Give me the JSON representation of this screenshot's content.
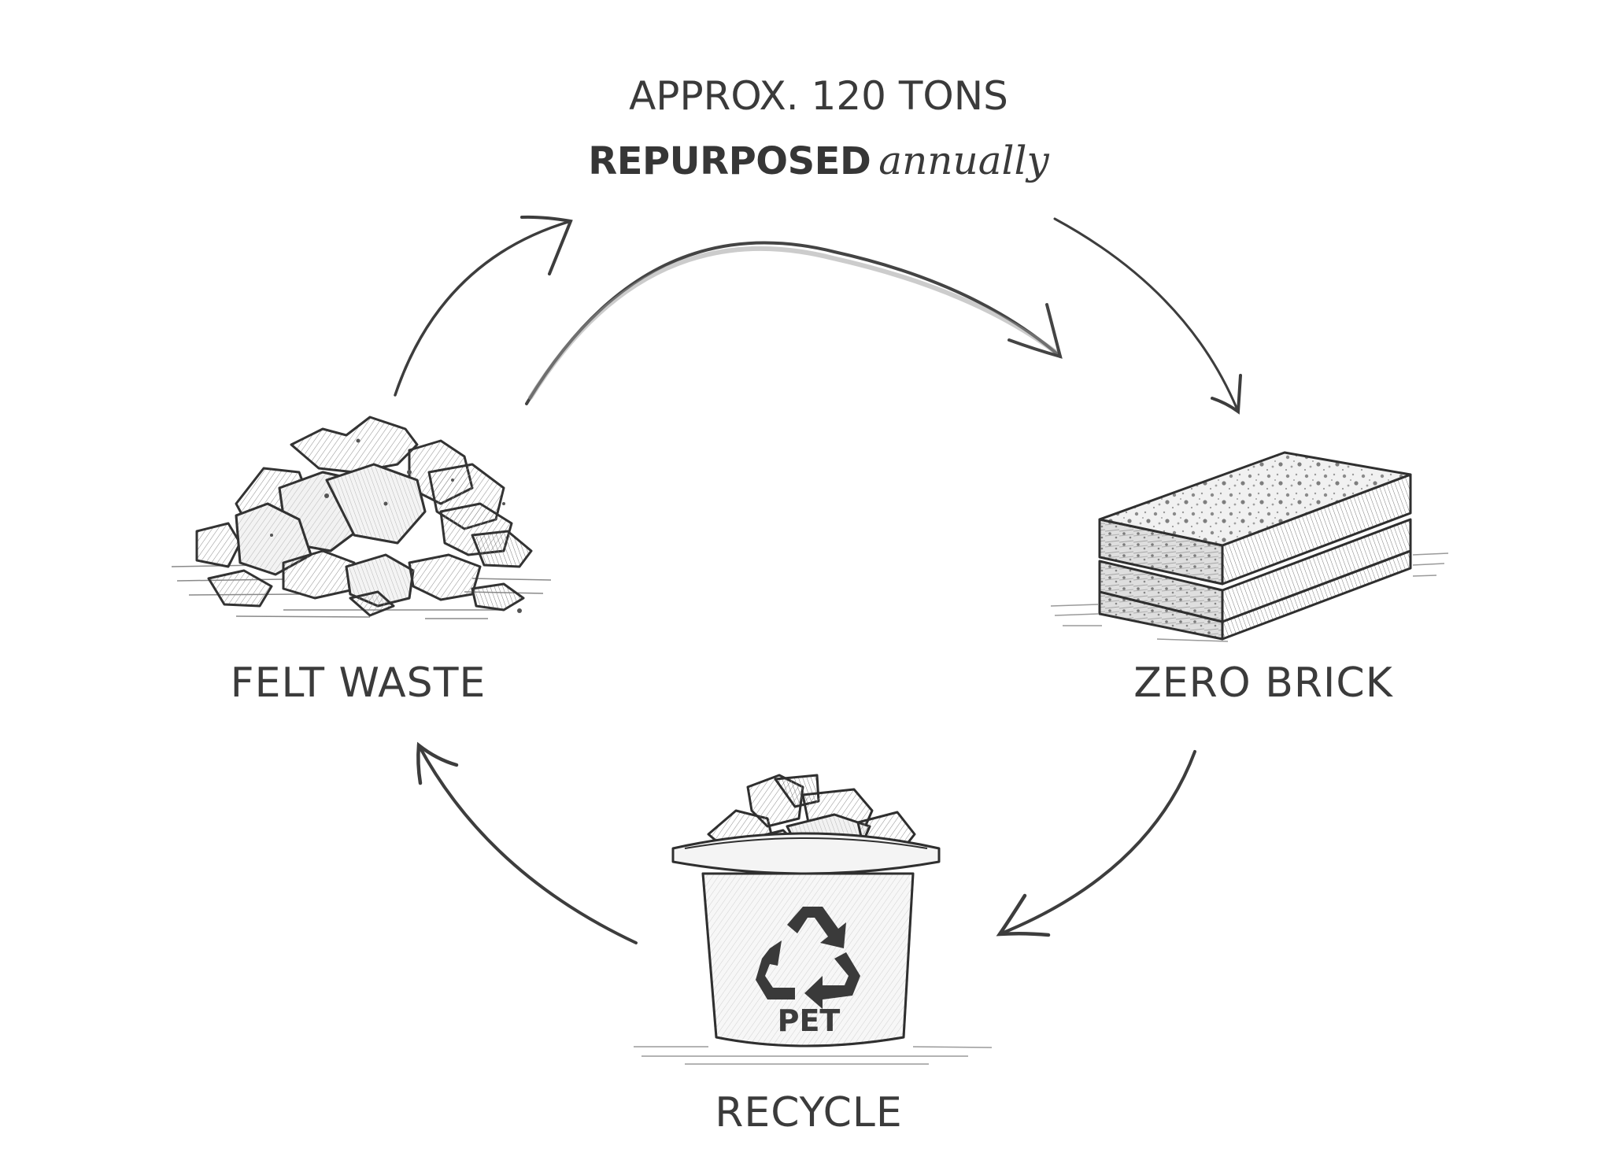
{
  "headline": {
    "line1": "APPROX. 120 TONS",
    "line2_bold": "REPURPOSED",
    "line2_script": "annually"
  },
  "stages": [
    {
      "id": "felt-waste",
      "label": "FELT WASTE",
      "icon": "rubble-pile-icon"
    },
    {
      "id": "zero-brick",
      "label": "ZERO BRICK",
      "icon": "stacked-bricks-icon"
    },
    {
      "id": "recycle",
      "label": "RECYCLE",
      "icon": "recycling-bin-icon",
      "bin_marking": "PET"
    }
  ],
  "flow": [
    {
      "from": "felt-waste",
      "to": "headline",
      "icon": "curved-arrow-icon"
    },
    {
      "from": "felt-waste",
      "to": "zero-brick",
      "icon": "curved-arrow-icon"
    },
    {
      "from": "headline",
      "to": "zero-brick",
      "icon": "curved-arrow-icon"
    },
    {
      "from": "zero-brick",
      "to": "recycle",
      "icon": "curved-arrow-icon"
    },
    {
      "from": "recycle",
      "to": "felt-waste",
      "icon": "curved-arrow-icon"
    }
  ],
  "colors": {
    "ink": "#3a3a3a",
    "background": "#ffffff",
    "shade": "#9a9a9a"
  }
}
